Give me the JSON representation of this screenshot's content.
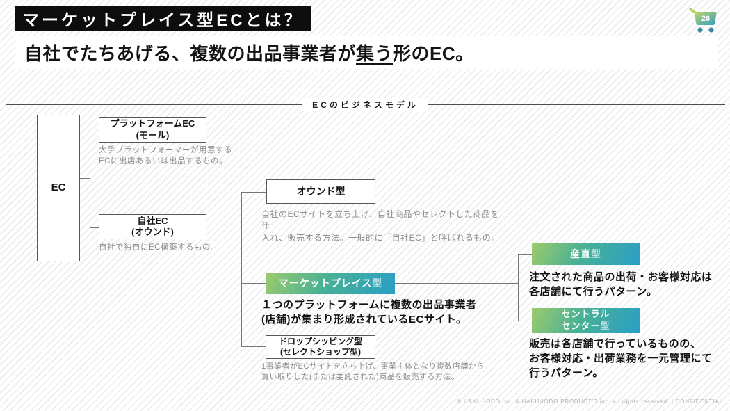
{
  "header": {
    "title": "マーケットプレイス型ECとは？",
    "subtitle": {
      "pre": "自社でたちあげる、複数の出品事業者が",
      "underlined": "集う",
      "post": "形のEC。"
    },
    "page_number": "26"
  },
  "diagram": {
    "section_label": "ECのビジネスモデル",
    "nodes": {
      "ec": {
        "label": "EC"
      },
      "platform_ec": {
        "title": "プラットフォームEC",
        "subtitle": "(モール)",
        "desc": "大手プラットフォーマーが用意する\nECに出店あるいは出品するもの。"
      },
      "own_company_ec": {
        "title": "自社EC",
        "subtitle": "(オウンド)",
        "desc": "自社で独自にEC構築するもの。"
      },
      "owned_type": {
        "title": "オウンド型",
        "desc": "自社のECサイトを立ち上げ、自社商品やセレクトした商品を仕\n入れ、販売する方法。一般的に「自社EC」と呼ばれるもの。"
      },
      "marketplace_type": {
        "label_main": "マーケットプレイス",
        "label_suffix": "型",
        "desc": "１つのプラットフォームに複数の出品事業者\n(店舗)が集まり形成されているECサイト。"
      },
      "dropshipping_type": {
        "title": "ドロップシッピング型",
        "subtitle": "(セレクトショップ型)",
        "desc": "1事業者がECサイトを立ち上げ、事業主体となり複数店舗から\n買い取りした(または委託された)商品を販売する方法。"
      },
      "direct_type": {
        "label_main": "産直",
        "label_suffix": "型",
        "desc": "注文された商品の出荷・お客様対応は\n各店舗にて行うパターン。"
      },
      "central_type": {
        "label_line1": "セントラル",
        "label_line2": "センター",
        "label_suffix": "型",
        "desc": "販売は各店舗で行っているものの、\nお客様対応・出荷業務を一元管理にて\n行うパターン。"
      }
    }
  },
  "footer": {
    "copyright": "© HAKUHODO inc. & HAKUHODO PRODUCT'S inc. all rights reserved. | CONFIDENTIAL"
  },
  "colors": {
    "accent_gradient_start": "#9ccb6d",
    "accent_gradient_end": "#2a9ec6",
    "title_bg": "#0d0d0d",
    "connector_line": "#777777"
  }
}
